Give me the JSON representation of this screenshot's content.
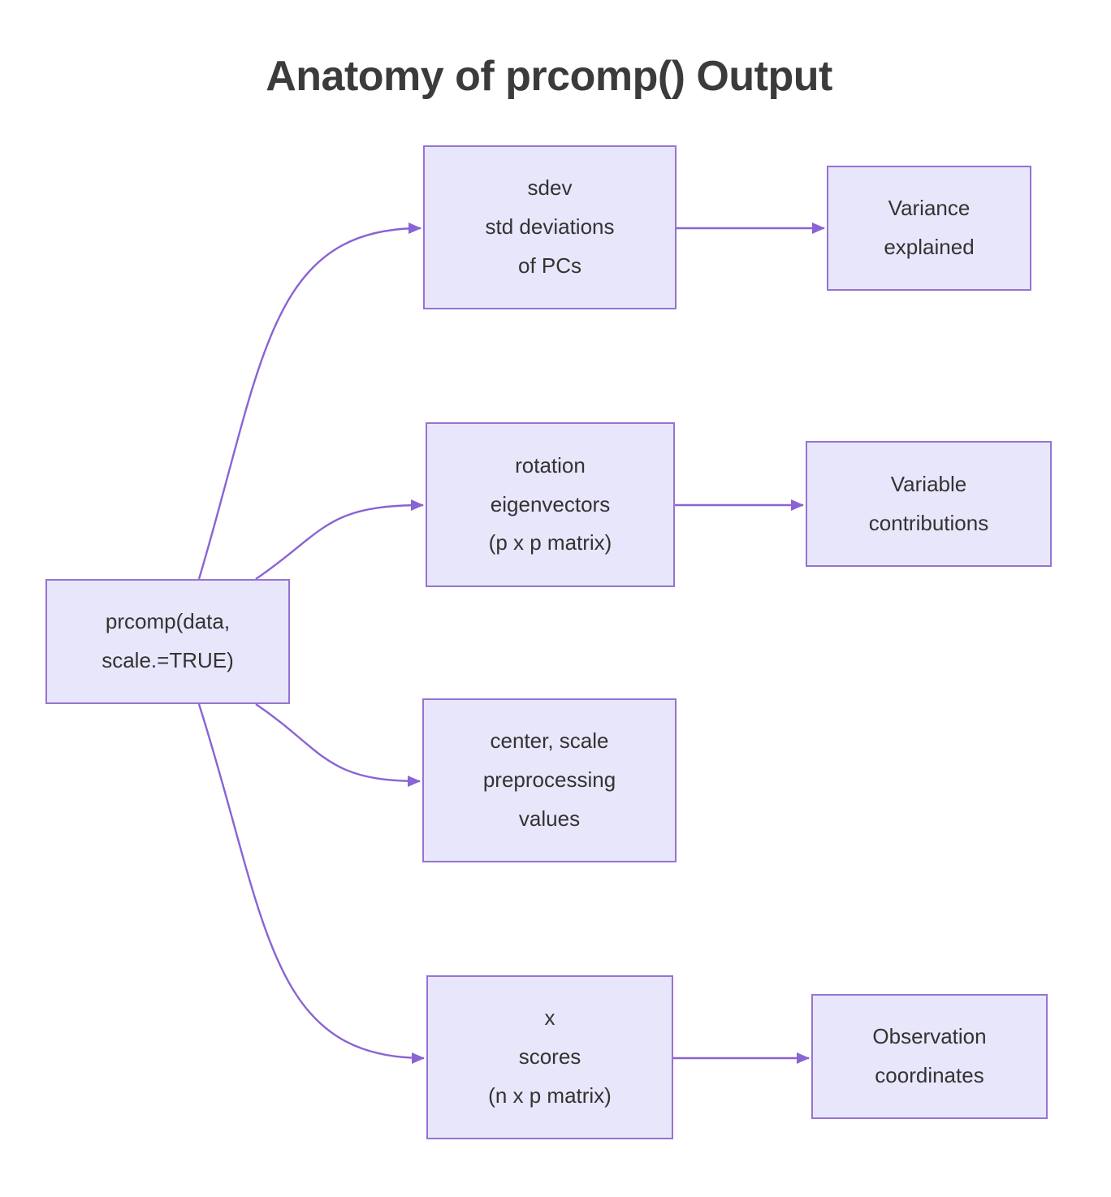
{
  "title": "Anatomy of prcomp() Output",
  "colors": {
    "node_fill": "#e8e6fa",
    "node_border": "#9673d2",
    "arrow": "#8a63d4",
    "text": "#333333",
    "title_text": "#3b3b3b",
    "background": "#ffffff"
  },
  "nodes": {
    "prcomp": {
      "lines": [
        "prcomp(data,",
        "scale.=TRUE)"
      ]
    },
    "sdev": {
      "lines": [
        "sdev",
        "std deviations",
        "of PCs"
      ]
    },
    "rotation": {
      "lines": [
        "rotation",
        "eigenvectors",
        "(p x p matrix)"
      ]
    },
    "center": {
      "lines": [
        "center, scale",
        "preprocessing",
        "values"
      ]
    },
    "x": {
      "lines": [
        "x",
        "scores",
        "(n x p matrix)"
      ]
    },
    "variance": {
      "lines": [
        "Variance",
        "explained"
      ]
    },
    "contrib": {
      "lines": [
        "Variable",
        "contributions"
      ]
    },
    "obs": {
      "lines": [
        "Observation",
        "coordinates"
      ]
    }
  },
  "edges": [
    {
      "from": "prcomp",
      "to": "sdev"
    },
    {
      "from": "prcomp",
      "to": "rotation"
    },
    {
      "from": "prcomp",
      "to": "center"
    },
    {
      "from": "prcomp",
      "to": "x"
    },
    {
      "from": "sdev",
      "to": "variance"
    },
    {
      "from": "rotation",
      "to": "contrib"
    },
    {
      "from": "x",
      "to": "obs"
    }
  ]
}
